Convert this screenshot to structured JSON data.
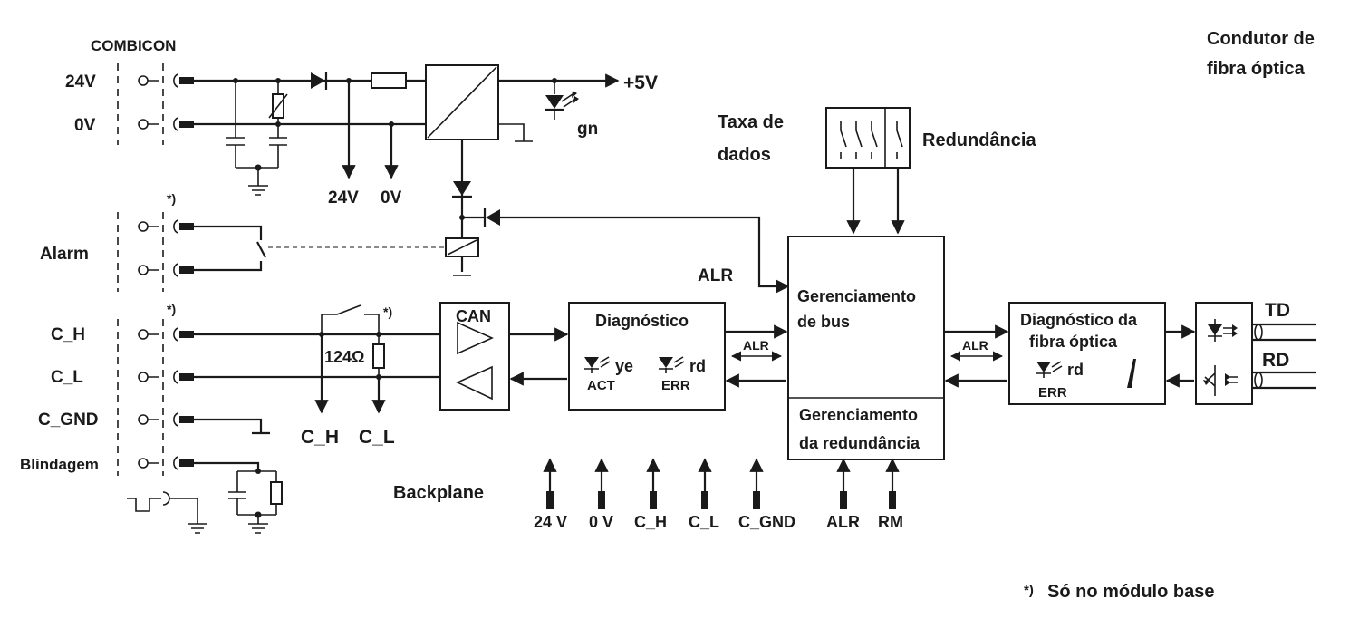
{
  "labels": {
    "combicon": "COMBICON",
    "v24": "24V",
    "v0": "0V",
    "plus5v": "+5V",
    "gn": "gn",
    "out24v": "24V",
    "out0v": "0V",
    "alarm": "Alarm",
    "footnote_mark_1": "*)",
    "footnote_mark_2": "*)",
    "footnote_mark_3": "*)",
    "c_h": "C_H",
    "c_l": "C_L",
    "c_gnd": "C_GND",
    "blindagem": "Blindagem",
    "resistor": "124Ω",
    "bus_c_h": "C_H",
    "bus_c_l": "C_L",
    "can": "CAN",
    "diag_title": "Diagnóstico",
    "led_ye": "ye",
    "led_act": "ACT",
    "led_rd": "rd",
    "led_err": "ERR",
    "alr_small_1": "ALR",
    "alr_small_2": "ALR",
    "alr_input": "ALR",
    "taxa_line1": "Taxa de",
    "taxa_line2": "dados",
    "redundancia": "Redundância",
    "bus_mgmt_line1": "Gerenciamento",
    "bus_mgmt_line2": "de bus",
    "red_mgmt_line1": "Gerenciamento",
    "red_mgmt_line2": "da redundância",
    "fo_diag_line1": "Diagnóstico da",
    "fo_diag_line2": "fibra óptica",
    "fo_led_rd": "rd",
    "fo_led_err": "ERR",
    "td": "TD",
    "rd": "RD",
    "fiber_line1": "Condutor de",
    "fiber_line2": "fibra óptica",
    "backplane": "Backplane",
    "bp_24v": "24 V",
    "bp_0v": "0 V",
    "bp_c_h": "C_H",
    "bp_c_l": "C_L",
    "bp_c_gnd": "C_GND",
    "bp_alr": "ALR",
    "bp_rm": "RM",
    "footnote_star": "*)",
    "footnote_text": "Só no módulo base"
  }
}
